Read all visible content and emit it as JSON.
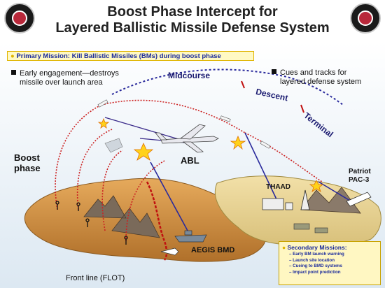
{
  "title_line1": "Boost Phase Intercept for",
  "title_line2": "Layered Ballistic Missile Defense System",
  "primary_mission": "Primary Mission:  Kill Ballistic Missiles (BMs) during boost phase",
  "bullet_early": [
    "Early engagement—destroys",
    "missile over launch area"
  ],
  "bullet_cues": [
    "Cues and tracks for",
    "layered defense system"
  ],
  "phases": {
    "midcourse": "Midcourse",
    "descent": "Descent",
    "terminal": "Terminal",
    "boost": [
      "Boost",
      "phase"
    ]
  },
  "labels": {
    "abl": "ABL",
    "thaad": "THAAD",
    "patriot": [
      "Patriot",
      "PAC-3"
    ],
    "aegis": "AEGIS BMD",
    "front_line": "Front line (FLOT)"
  },
  "secondary": {
    "title": "Secondary Missions:",
    "items": [
      "Early BM launch warning",
      "Launch site location",
      "Cueing to BMD systems",
      "Impact point prediction"
    ]
  },
  "colors": {
    "trajectory": "#cc2222",
    "midcourse_arc": "#2a2a9c",
    "land": "#c98a3c",
    "sea": "#d8e6f0",
    "accent": "#e0b400"
  }
}
